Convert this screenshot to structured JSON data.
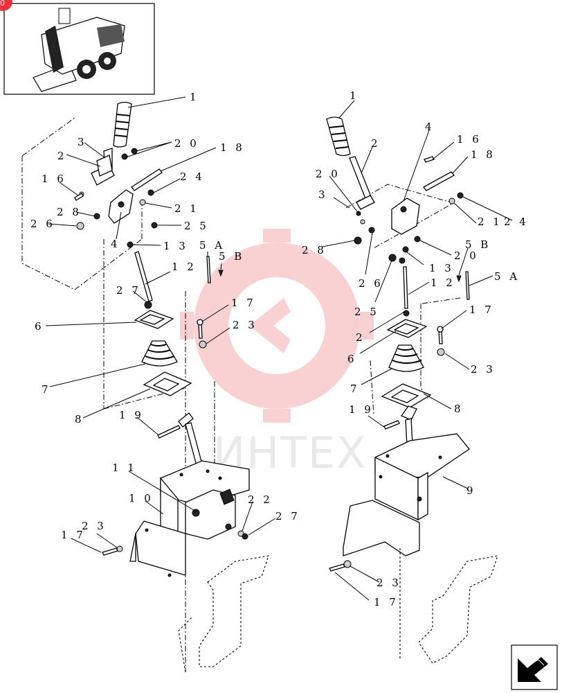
{
  "watermark": "ИНТЕХ",
  "brand_color": "#e8323c",
  "corner_badge": "0",
  "icons": {
    "thumbnail": "skid-steer-loader-icon",
    "nav": "arrow-down-left-icon"
  },
  "callouts_left": {
    "c1": "1",
    "c2": "2",
    "c3": "3",
    "c4": "4",
    "c5a": "5 A",
    "c5b": "5 B",
    "c6": "6",
    "c7": "7",
    "c8": "8",
    "c10": "1 0",
    "c11": "1 1",
    "c12": "1 2",
    "c13": "1 3",
    "c16": "1 6",
    "c17a": "1 7",
    "c17b": "1 7",
    "c18": "1 8",
    "c19": "1 9",
    "c20": "2 0",
    "c21": "2 1",
    "c22": "2 2",
    "c23a": "2 3",
    "c23b": "2 3",
    "c24": "2 4",
    "c25": "2 5",
    "c26": "2 6",
    "c27a": "2 7",
    "c27b": "2 7",
    "c28": "2 8"
  },
  "callouts_right": {
    "c1": "1",
    "c2": "2",
    "c3": "3",
    "c4": "4",
    "c5a": "5 A",
    "c5b": "5 B",
    "c6": "6",
    "c7": "7",
    "c8": "8",
    "c9": "9",
    "c12": "1 2",
    "c13": "1 3",
    "c16": "1 6",
    "c17a": "1 7",
    "c17b": "1 7",
    "c18": "1 8",
    "c19": "1 9",
    "c20a": "2 0",
    "c20b": "2 0",
    "c21": "2 1",
    "c23a": "2 3",
    "c23b": "2 3",
    "c24": "2 4",
    "c25": "2 5",
    "c26": "2 6",
    "c27": "2",
    "c28": "2 8"
  }
}
